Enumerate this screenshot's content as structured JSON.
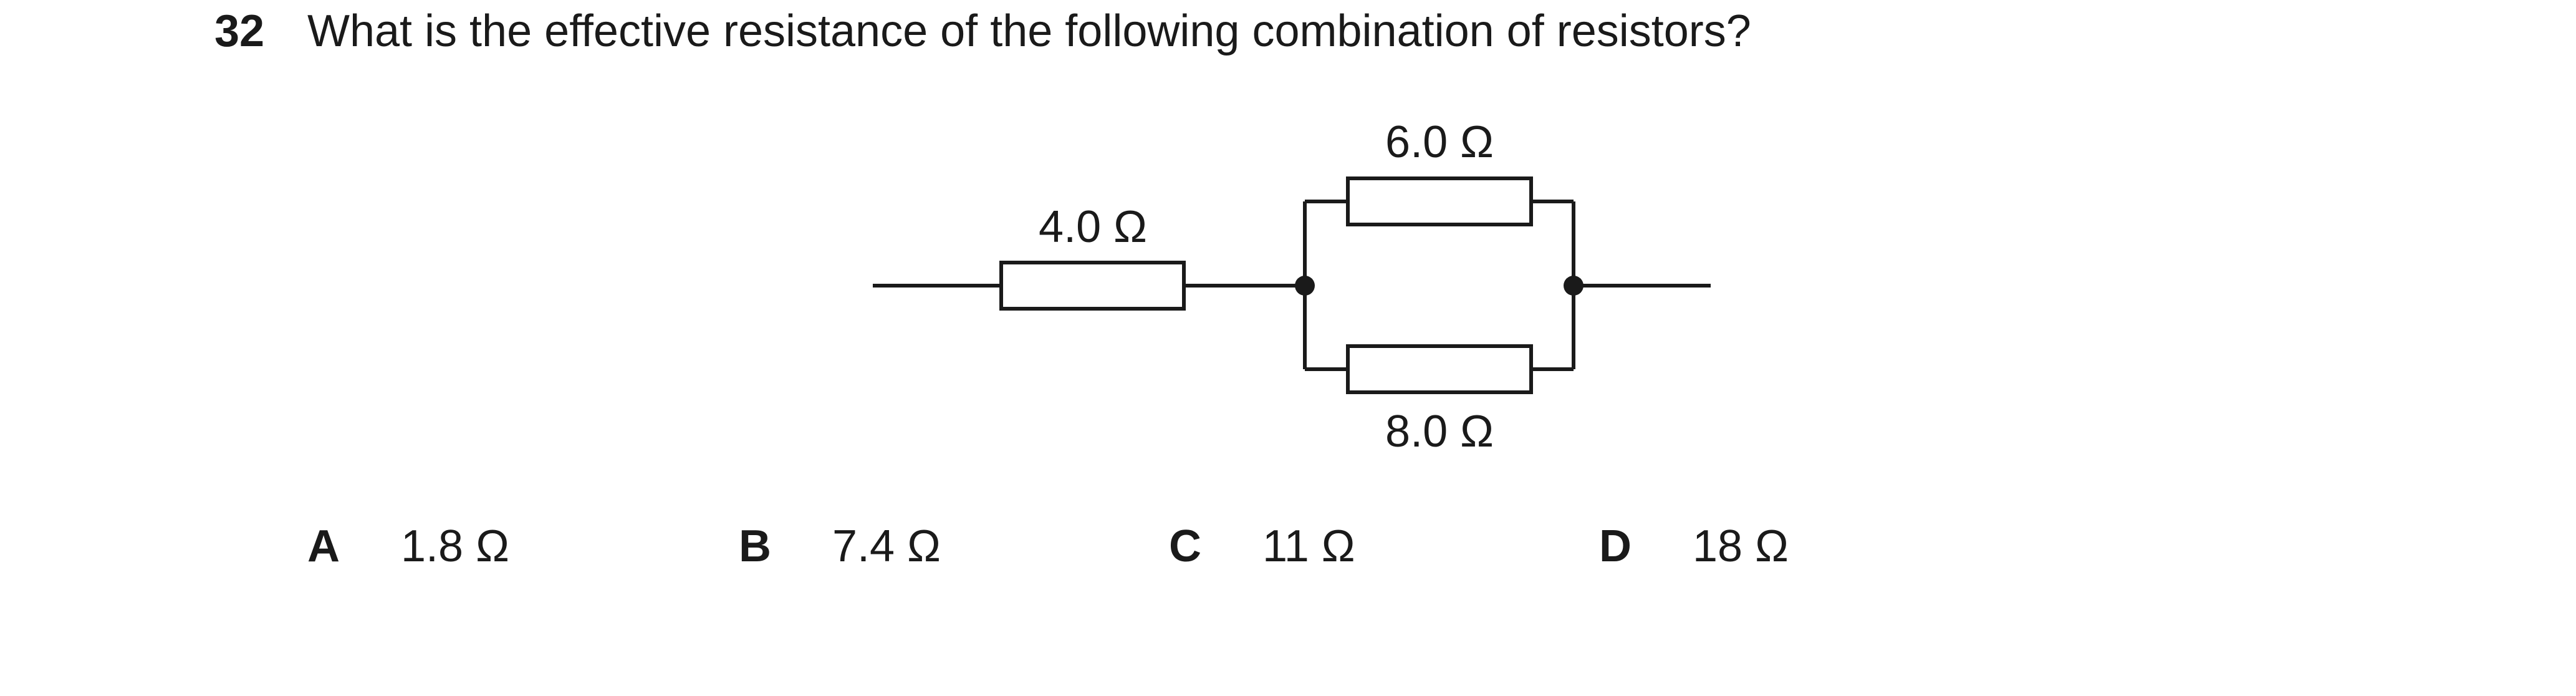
{
  "question": {
    "number": "32",
    "text": "What is the effective resistance of the following combination of resistors?"
  },
  "circuit": {
    "resistors": [
      {
        "label": "4.0 Ω"
      },
      {
        "label": "6.0 Ω"
      },
      {
        "label": "8.0 Ω"
      }
    ]
  },
  "options": [
    {
      "letter": "A",
      "value": "1.8 Ω"
    },
    {
      "letter": "B",
      "value": "7.4 Ω"
    },
    {
      "letter": "C",
      "value": "11 Ω"
    },
    {
      "letter": "D",
      "value": "18 Ω"
    }
  ]
}
